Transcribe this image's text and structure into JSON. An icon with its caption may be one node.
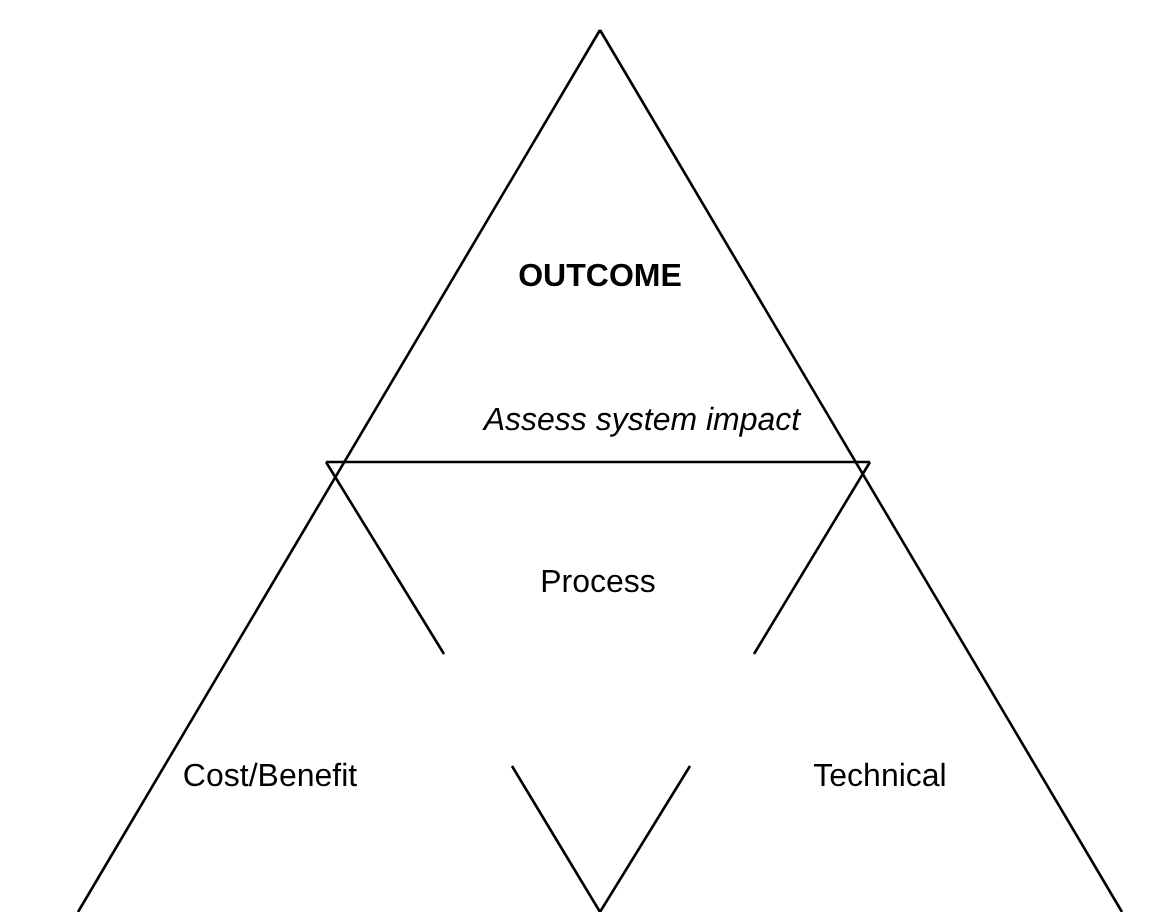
{
  "diagram": {
    "nodes": [
      {
        "text": [
          "OUTCOME",
          "Assess system impact"
        ]
      },
      {
        "text": [
          "Process"
        ],
        "in": 0
      },
      {
        "text": [
          "Cost/Benefit"
        ],
        "in": 0
      },
      {
        "text": [
          "Technical"
        ],
        "in": 0
      }
    ]
  }
}
